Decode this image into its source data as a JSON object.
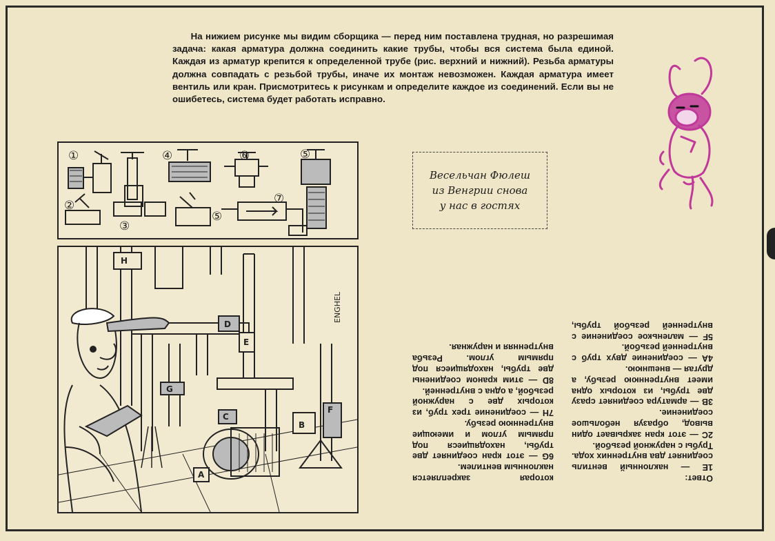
{
  "intro": {
    "text": "На нижием рисунке мы видим сборщика — перед ним поставлена трудная, но разрешимая задача: какая арматура должна соединить какие трубы, чтобы вся система была единой. Каждая из арматур крепится к определенной трубе (рис. верхний и нижний). Резьба арматуры должна совпадать с резьбой трубы, иначе их монтаж невозможен. Каждая арматура имеет вентиль или кран. Присмотритесь к рисункам и определите каждое из соединений. Если вы не ошибетесь, система будет работать исправно."
  },
  "guest": {
    "line1": "Весельчан Фюлеш",
    "line2": "из Венгрии снова",
    "line3": "у нас в гостях"
  },
  "fittings": {
    "labels": [
      "①",
      "②",
      "③",
      "④",
      "⑤",
      "⑥",
      "⑦",
      "⑤"
    ]
  },
  "room": {
    "pipe_labels": [
      "H",
      "D",
      "E",
      "G",
      "B",
      "A",
      "C",
      "F"
    ],
    "signature": "ENGHEL"
  },
  "answer": {
    "heading": "Ответ:",
    "items": [
      "1E — наклонный вентиль соединяет два внутренних хода. Трубы с наружной резьбой.",
      "2C — этот кран закрывает один вывод, образуя небольшое соединение.",
      "3B — арматура соединяет сразу две трубы, из которых одна имеет внутреннюю резьбу, а другая — внешнюю.",
      "4A — соединение двух труб с внутренней резьбой.",
      "5F — маленькое соединение с внутренней резьбой трубы, которая закрепляется наклонным вентилем.",
      "6G — этот кран соединяет две трубы, находящиеся под прямым углом и имеющие внутреннюю резьбу.",
      "7H — соединение трех труб, из которых две с наружной резьбой, а одна с внутренней.",
      "8D — этим краном соединены две трубы, находящиеся под прямым углом. Резьба внутренняя и наружная."
    ]
  },
  "colors": {
    "paper": "#efe6c8",
    "ink": "#1a1a1a",
    "mascot": "#c0389a"
  }
}
